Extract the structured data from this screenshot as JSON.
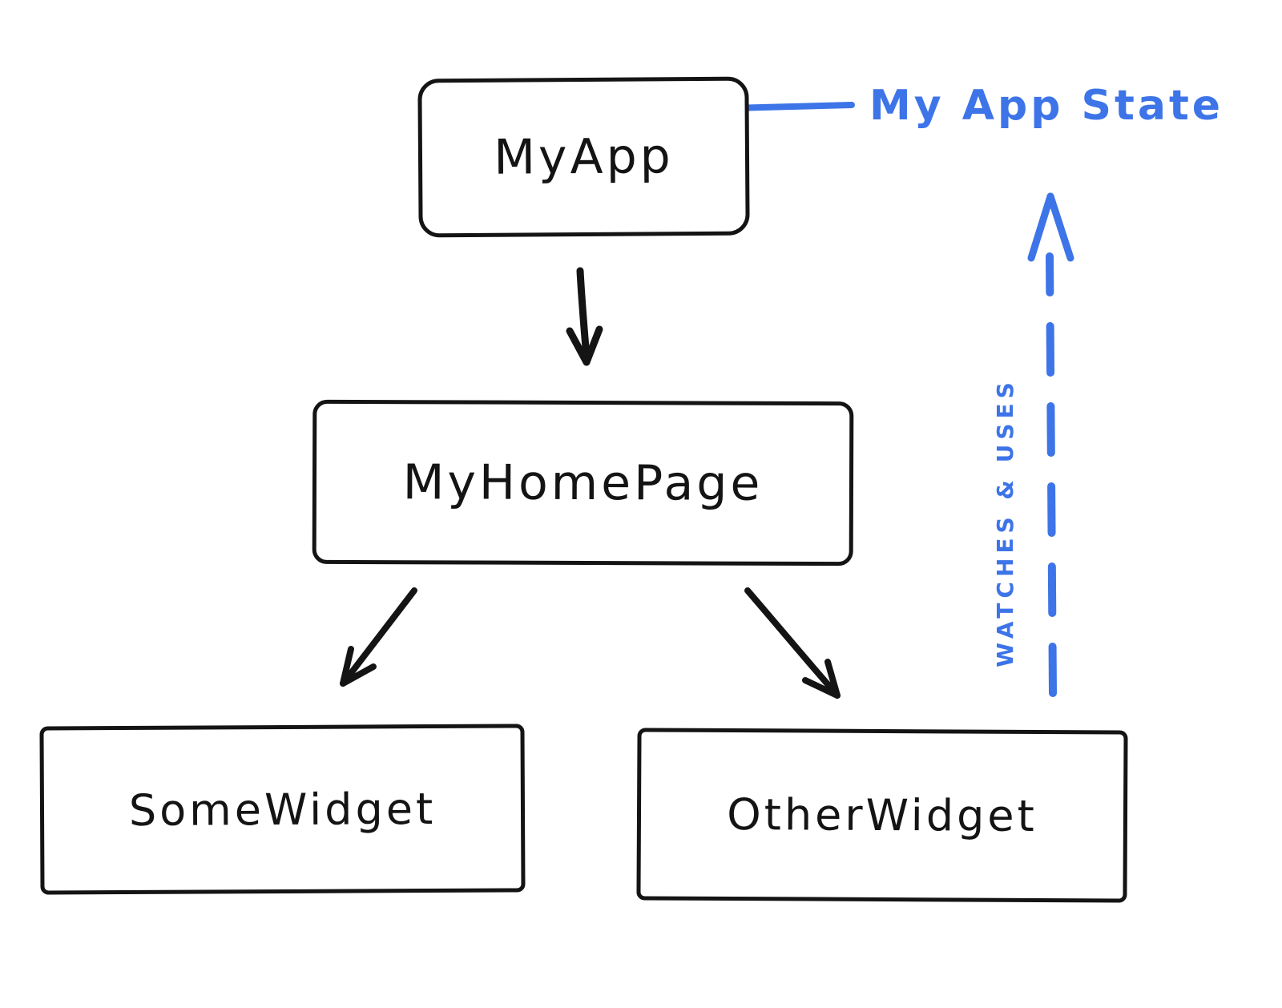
{
  "diagram": {
    "title": "Hand-drawn widget tree diagram",
    "nodes": {
      "my_app": {
        "label": "MyApp"
      },
      "my_home_page": {
        "label": "MyHomePage"
      },
      "some_widget": {
        "label": "SomeWidget"
      },
      "other_widget": {
        "label": "OtherWidget"
      }
    },
    "annotations": {
      "app_state_label": "My App State",
      "watches_uses_label": "WATCHES & USES"
    },
    "edges": [
      {
        "from": "my_app",
        "to": "my_home_page",
        "style": "solid-black-arrow"
      },
      {
        "from": "my_home_page",
        "to": "some_widget",
        "style": "solid-black-arrow"
      },
      {
        "from": "my_home_page",
        "to": "other_widget",
        "style": "solid-black-arrow"
      },
      {
        "from": "other_widget_area",
        "to": "my_app_state",
        "style": "dashed-blue-arrow",
        "label": "WATCHES & USES"
      }
    ],
    "colors": {
      "ink": "#141414",
      "accent_blue": "#3d74e8",
      "background": "#ffffff"
    }
  }
}
